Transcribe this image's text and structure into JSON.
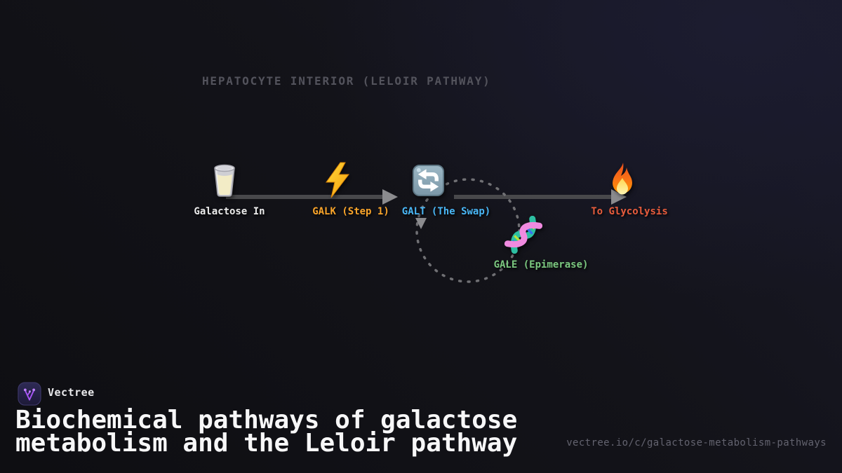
{
  "header": {
    "title": "HEPATOCYTE INTERIOR (LELOIR PATHWAY)"
  },
  "diagram": {
    "nodes": [
      {
        "icon": "milk-glass-icon",
        "label": "Galactose In",
        "color": "#ebebeb"
      },
      {
        "icon": "lightning-icon",
        "label": "GALK (Step 1)",
        "color": "#f9a42a"
      },
      {
        "icon": "swap-arrows-icon",
        "label": "GALT (The Swap)",
        "color": "#49b6f5"
      },
      {
        "icon": "dna-icon",
        "label": "GALE (Epimerase)",
        "color": "#7bc77f"
      },
      {
        "icon": "fire-icon",
        "label": "To Glycolysis",
        "color": "#e85c3c"
      }
    ],
    "connectors": {
      "line_color": "#48484b",
      "arrow_color": "#8b8b8e",
      "loop_dash_color": "#707074"
    }
  },
  "footer": {
    "brand_name": "Vectree",
    "brand_accent": "#a855f7",
    "title_lines": [
      "Biochemical pathways of galactose",
      "metabolism and the Leloir pathway"
    ],
    "url": "vectree.io/c/galactose-metabolism-pathways"
  }
}
